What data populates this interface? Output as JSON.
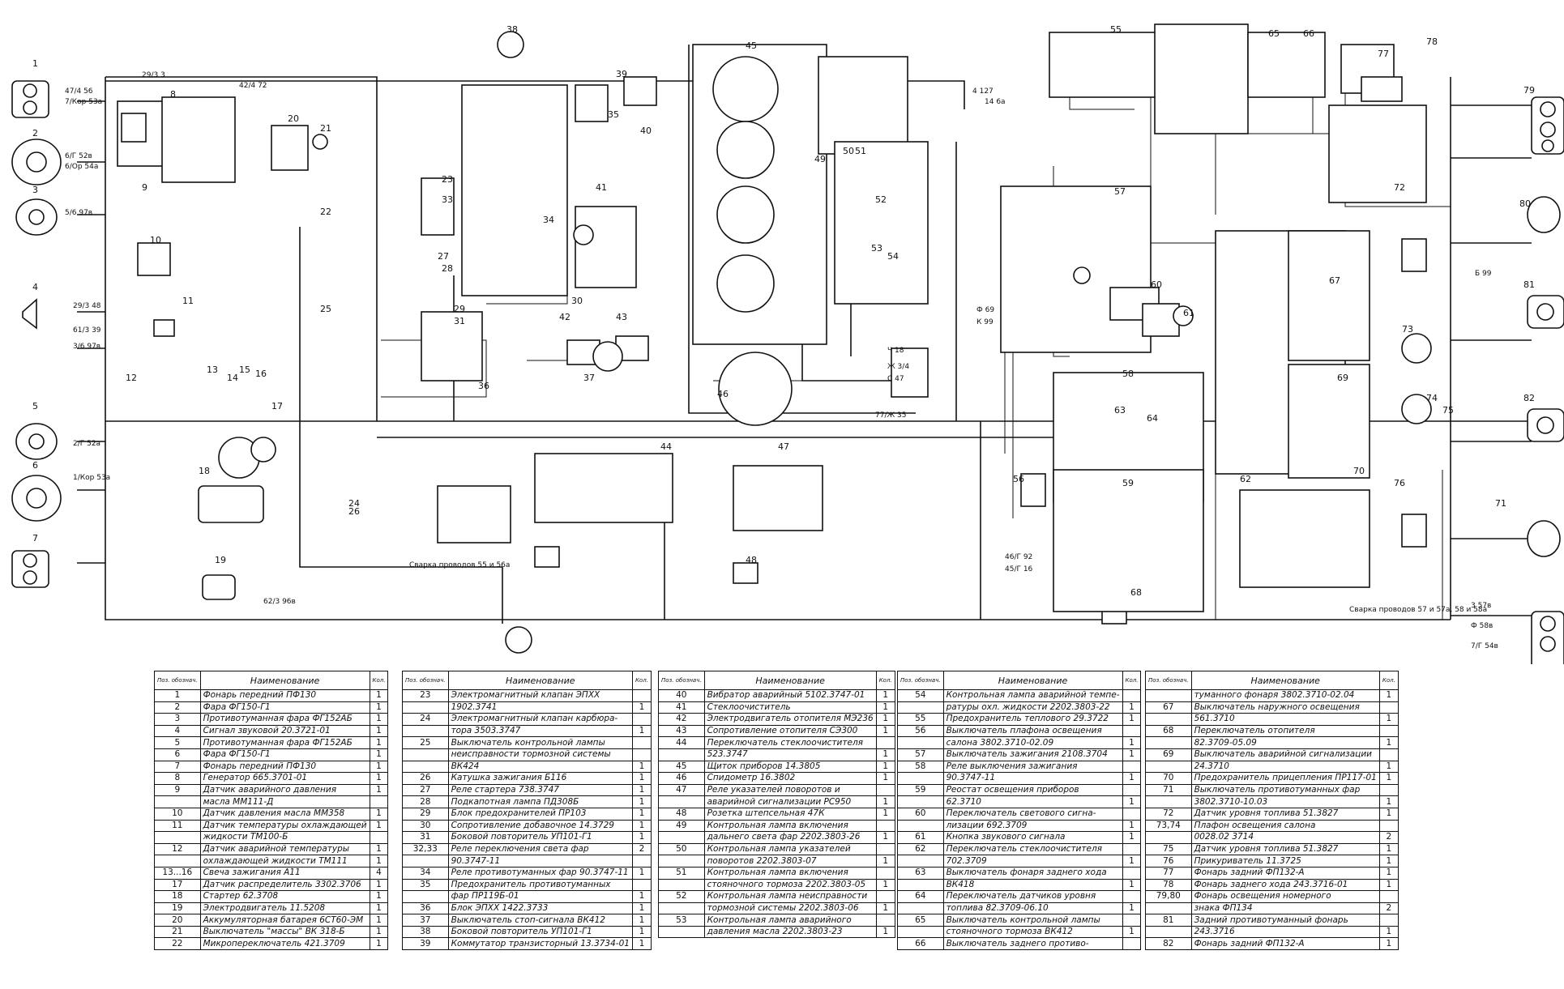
{
  "schematic": {
    "numbers": [
      "1",
      "2",
      "3",
      "4",
      "5",
      "6",
      "7",
      "8",
      "9",
      "10",
      "11",
      "12",
      "13",
      "14",
      "15",
      "16",
      "17",
      "18",
      "19",
      "20",
      "21",
      "22",
      "23",
      "24",
      "25",
      "26",
      "27",
      "28",
      "29",
      "30",
      "31",
      "33",
      "34",
      "35",
      "36",
      "37",
      "38",
      "39",
      "40",
      "41",
      "42",
      "43",
      "44",
      "45",
      "46",
      "47",
      "48",
      "49",
      "50",
      "51",
      "52",
      "53",
      "54",
      "55",
      "56",
      "57",
      "58",
      "59",
      "60",
      "61",
      "62",
      "63",
      "64",
      "65",
      "66",
      "67",
      "68",
      "69",
      "70",
      "71",
      "72",
      "73",
      "74",
      "75",
      "76",
      "77",
      "78",
      "79",
      "80",
      "81",
      "82"
    ],
    "wire_labels": [
      "47/4 56",
      "7/Кор 53а",
      "6/Г 52в",
      "6/Ор 54а",
      "5/6 97в",
      "29/3 48",
      "61/3 39",
      "3/6 97в",
      "2/Г 52а",
      "1/Кор 53а",
      "29/3 3",
      "42/4 72",
      "Ж 3/4",
      "Ч 18",
      "С 47",
      "4 127",
      "14 6а",
      "Ф 69",
      "К 99",
      "Б 99",
      "3 57в",
      "Ф 58в",
      "7/Г 54в",
      "62/3 96в",
      "77/Ж 35",
      "46/Г 92",
      "45/Г 16"
    ],
    "notes": {
      "splice1": "Сварка проводов 55 и 56а",
      "splice2": "Сварка проводов 57 и 57а, 58 и 58а"
    }
  },
  "tables": [
    {
      "headers": {
        "pos": "Поз. обознач.",
        "name": "Наименование",
        "qty": "Кол."
      },
      "rows": [
        [
          "1",
          "Фонарь передний ПФ130",
          "1"
        ],
        [
          "2",
          "Фара ФГ150-Г1",
          "1"
        ],
        [
          "3",
          "Противотуманная фара ФГ152АБ",
          "1"
        ],
        [
          "4",
          "Сигнал звуковой 20.3721-01",
          "1"
        ],
        [
          "5",
          "Противотуманная фара ФГ152АБ",
          "1"
        ],
        [
          "6",
          "Фара ФГ150-Г1",
          "1"
        ],
        [
          "7",
          "Фонарь передний ПФ130",
          "1"
        ],
        [
          "8",
          "Генератор 665.3701-01",
          "1"
        ],
        [
          "9",
          "Датчик аварийного давления",
          "1"
        ],
        [
          "",
          "масла ММ111-Д",
          ""
        ],
        [
          "10",
          "Датчик давления масла ММ358",
          "1"
        ],
        [
          "11",
          "Датчик температуры охлаждающей",
          "1"
        ],
        [
          "",
          "жидкости ТМ100-Б",
          ""
        ],
        [
          "12",
          "Датчик аварийной температуры",
          "1"
        ],
        [
          "",
          "охлаждающей жидкости ТМ111",
          "1"
        ],
        [
          "13...16",
          "Свеча зажигания А11",
          "4"
        ],
        [
          "17",
          "Датчик распределитель 3302.3706",
          "1"
        ],
        [
          "18",
          "Стартер 62.3708",
          "1"
        ],
        [
          "19",
          "Электродвигатель 11.5208",
          "1"
        ],
        [
          "20",
          "Аккумуляторная батарея 6СТ60-ЭМ",
          "1"
        ],
        [
          "21",
          "Выключатель \"массы\" ВК 318-Б",
          "1"
        ],
        [
          "22",
          "Микропереключатель 421.3709",
          "1"
        ]
      ]
    },
    {
      "headers": {
        "pos": "Поз. обознач.",
        "name": "Наименование",
        "qty": "Кол."
      },
      "rows": [
        [
          "23",
          "Электромагнитный клапан ЭПХХ",
          ""
        ],
        [
          "",
          "1902.3741",
          "1"
        ],
        [
          "24",
          "Электромагнитный клапан карбюра-",
          ""
        ],
        [
          "",
          "тора 3503.3747",
          "1"
        ],
        [
          "25",
          "Выключатель контрольной лампы",
          ""
        ],
        [
          "",
          "неисправности тормозной системы",
          ""
        ],
        [
          "",
          "ВК424",
          "1"
        ],
        [
          "26",
          "Катушка зажигания Б116",
          "1"
        ],
        [
          "27",
          "Реле стартера 738.3747",
          "1"
        ],
        [
          "28",
          "Подкапотная лампа ПД308Б",
          "1"
        ],
        [
          "29",
          "Блок предохранителей ПР103",
          "1"
        ],
        [
          "30",
          "Сопротивление добавочное 14.3729",
          "1"
        ],
        [
          "31",
          "Боковой повторитель УП101-Г1",
          "1"
        ],
        [
          "32,33",
          "Реле переключения света фар",
          "2"
        ],
        [
          "",
          "90.3747-11",
          ""
        ],
        [
          "34",
          "Реле противотуманных фар 90.3747-11",
          "1"
        ],
        [
          "35",
          "Предохранитель противотуманных",
          ""
        ],
        [
          "",
          "фар ПР119Б-01",
          "1"
        ],
        [
          "36",
          "Блок ЭПХХ 1422.3733",
          "1"
        ],
        [
          "37",
          "Выключатель стоп-сигнала ВК412",
          "1"
        ],
        [
          "38",
          "Боковой повторитель УП101-Г1",
          "1"
        ],
        [
          "39",
          "Коммутатор транзисторный 13.3734-01",
          "1"
        ]
      ]
    },
    {
      "headers": {
        "pos": "Поз. обознач.",
        "name": "Наименование",
        "qty": "Кол."
      },
      "rows": [
        [
          "40",
          "Вибратор аварийный 5102.3747-01",
          "1"
        ],
        [
          "41",
          "Стеклоочиститель",
          "1"
        ],
        [
          "42",
          "Электродвигатель отопителя МЭ236",
          "1"
        ],
        [
          "43",
          "Сопротивление отопителя СЭ300",
          "1"
        ],
        [
          "44",
          "Переключатель стеклоочистителя",
          ""
        ],
        [
          "",
          "523.3747",
          "1"
        ],
        [
          "45",
          "Щиток приборов 14.3805",
          "1"
        ],
        [
          "46",
          "Спидометр 16.3802",
          "1"
        ],
        [
          "47",
          "Реле указателей поворотов и",
          ""
        ],
        [
          "",
          "аварийной сигнализации РС950",
          "1"
        ],
        [
          "48",
          "Розетка штепсельная 47К",
          "1"
        ],
        [
          "49",
          "Контрольная лампа включения",
          ""
        ],
        [
          "",
          "дальнего света фар 2202.3803-26",
          "1"
        ],
        [
          "50",
          "Контрольная лампа указателей",
          ""
        ],
        [
          "",
          "поворотов 2202.3803-07",
          "1"
        ],
        [
          "51",
          "Контрольная лампа включения",
          ""
        ],
        [
          "",
          "стояночного тормоза 2202.3803-05",
          "1"
        ],
        [
          "52",
          "Контрольная лампа неисправности",
          ""
        ],
        [
          "",
          "тормозной системы 2202.3803-06",
          "1"
        ],
        [
          "53",
          "Контрольная лампа аварийного",
          ""
        ],
        [
          "",
          "давления масла 2202.3803-23",
          "1"
        ]
      ]
    },
    {
      "headers": {
        "pos": "Поз. обознач.",
        "name": "Наименование",
        "qty": "Кол."
      },
      "rows": [
        [
          "54",
          "Контрольная лампа аварийной темпе-",
          ""
        ],
        [
          "",
          "ратуры охл. жидкости 2202.3803-22",
          "1"
        ],
        [
          "55",
          "Предохранитель теплового 29.3722",
          "1"
        ],
        [
          "56",
          "Выключатель плафона освещения",
          ""
        ],
        [
          "",
          "салона 3802.3710-02.09",
          "1"
        ],
        [
          "57",
          "Выключатель зажигания 2108.3704",
          "1"
        ],
        [
          "58",
          "Реле выключения зажигания",
          ""
        ],
        [
          "",
          "90.3747-11",
          "1"
        ],
        [
          "59",
          "Реостат освещения приборов",
          ""
        ],
        [
          "",
          "62.3710",
          "1"
        ],
        [
          "60",
          "Переключатель светового сигна-",
          ""
        ],
        [
          "",
          "лизации 692.3709",
          "1"
        ],
        [
          "61",
          "Кнопка звукового сигнала",
          "1"
        ],
        [
          "62",
          "Переключатель стеклоочистителя",
          ""
        ],
        [
          "",
          "702.3709",
          "1"
        ],
        [
          "63",
          "Выключатель фонаря заднего хода",
          ""
        ],
        [
          "",
          "ВК418",
          "1"
        ],
        [
          "64",
          "Переключатель датчиков уровня",
          ""
        ],
        [
          "",
          "топлива 82.3709-06.10",
          "1"
        ],
        [
          "65",
          "Выключатель контрольной лампы",
          ""
        ],
        [
          "",
          "стояночного тормоза ВК412",
          "1"
        ],
        [
          "66",
          "Выключатель заднего противо-",
          ""
        ]
      ]
    },
    {
      "headers": {
        "pos": "Поз. обознач.",
        "name": "Наименование",
        "qty": "Кол."
      },
      "rows": [
        [
          "",
          "туманного фонаря 3802.3710-02.04",
          "1"
        ],
        [
          "67",
          "Выключатель наружного освещения",
          ""
        ],
        [
          "",
          "561.3710",
          "1"
        ],
        [
          "68",
          "Переключатель отопителя",
          ""
        ],
        [
          "",
          "82.3709-05.09",
          "1"
        ],
        [
          "69",
          "Выключатель аварийной сигнализации",
          ""
        ],
        [
          "",
          "24.3710",
          "1"
        ],
        [
          "70",
          "Предохранитель прицепления ПР117-01",
          "1"
        ],
        [
          "71",
          "Выключатель противотуманных фар",
          ""
        ],
        [
          "",
          "3802.3710-10.03",
          "1"
        ],
        [
          "72",
          "Датчик уровня топлива 51.3827",
          "1"
        ],
        [
          "73,74",
          "Плафон освещения салона",
          ""
        ],
        [
          "",
          "0028.02 3714",
          "2"
        ],
        [
          "75",
          "Датчик уровня топлива 51.3827",
          "1"
        ],
        [
          "76",
          "Прикуриватель 11.3725",
          "1"
        ],
        [
          "77",
          "Фонарь задний ФП132-А",
          "1"
        ],
        [
          "78",
          "Фонарь заднего хода 243.3716-01",
          "1"
        ],
        [
          "79,80",
          "Фонарь освещения номерного",
          ""
        ],
        [
          "",
          "знака ФП134",
          "2"
        ],
        [
          "81",
          "Задний противотуманный фонарь",
          ""
        ],
        [
          "",
          "243.3716",
          "1"
        ],
        [
          "82",
          "Фонарь задний ФП132-А",
          "1"
        ]
      ]
    }
  ]
}
